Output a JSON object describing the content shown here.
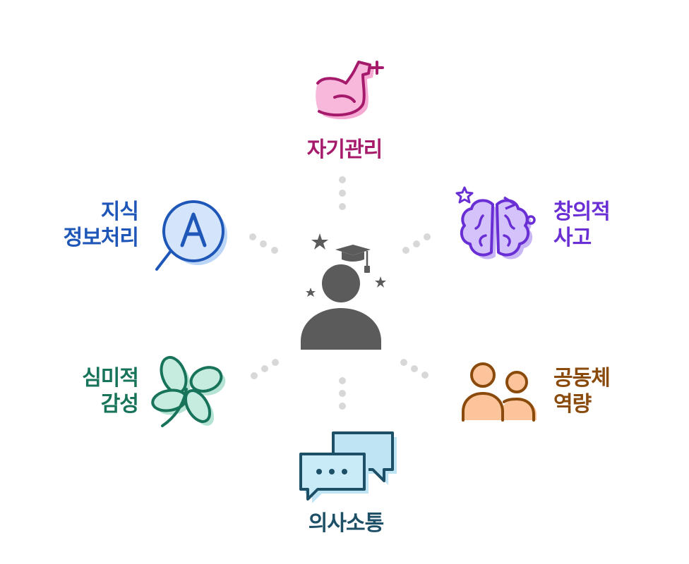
{
  "center": {
    "icon": "graduate-person-icon"
  },
  "competencies": {
    "self_management": {
      "label": "자기관리",
      "icon": "muscle-arm-icon",
      "color": "#a61a6c"
    },
    "creative_thinking": {
      "label_line1": "창의적",
      "label_line2": "사고",
      "icon": "brain-lightbulb-icon",
      "color": "#6a2fd4"
    },
    "community": {
      "label_line1": "공동체",
      "label_line2": "역량",
      "icon": "two-people-icon",
      "color": "#8a4a0c"
    },
    "communication": {
      "label": "의사소통",
      "icon": "speech-bubbles-icon",
      "color": "#1d4f66"
    },
    "aesthetic": {
      "label_line1": "심미적",
      "label_line2": "감성",
      "icon": "clover-icon",
      "color": "#17745a"
    },
    "knowledge": {
      "label_line1": "지식",
      "label_line2": "정보처리",
      "icon": "magnifier-a-icon",
      "color": "#1f57b8"
    }
  }
}
